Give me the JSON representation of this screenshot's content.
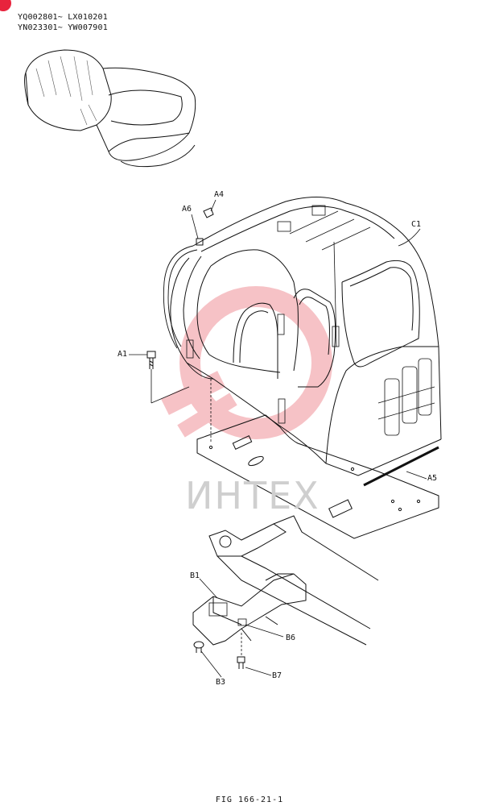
{
  "serials": [
    "YQ002801~ LX010201",
    "YN023301~ YW007901"
  ],
  "labels": {
    "a1": "A1",
    "a4": "A4",
    "a5": "A5",
    "a6": "A6",
    "c1": "C1",
    "b1": "B1",
    "b3": "B3",
    "b6": "B6",
    "b7": "B7"
  },
  "figure_caption": "FIG 166-21-1",
  "watermark": "ИНТЕХ",
  "colors": {
    "line": "#111111",
    "watermark_red": "#f4b3b8",
    "watermark_gray": "#cfcfcf",
    "corner_mark": "#e8233d"
  }
}
